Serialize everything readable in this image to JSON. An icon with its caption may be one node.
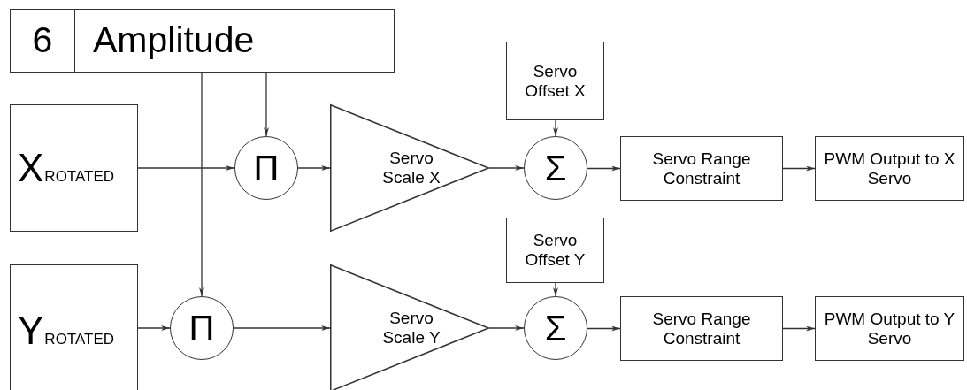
{
  "diagram": {
    "nodes": [
      {
        "text": [
          "6",
          "Amplitude"
        ]
      },
      {
        "text": [
          "X$_{ROTATED}$"
        ]
      },
      {
        "text": [
          "Π"
        ]
      },
      {
        "text": [
          "Servo Scale X"
        ]
      },
      {
        "text": [
          "Servo Offset X"
        ]
      },
      {
        "text": [
          "Σ"
        ]
      },
      {
        "text": [
          "Servo Range Constraint"
        ]
      },
      {
        "text": [
          "PWM Output to X Servo"
        ]
      },
      {
        "text": [
          "Y$_{ROTATED}$"
        ]
      },
      {
        "text": [
          "Π"
        ]
      },
      {
        "text": [
          "Servo Scale Y"
        ]
      },
      {
        "text": [
          "Servo Offset Y"
        ]
      },
      {
        "text": [
          "Σ"
        ]
      },
      {
        "text": [
          "Servo Range Constraint"
        ]
      },
      {
        "text": [
          "PWM Output to Y Servo"
        ]
      }
    ],
    "edges": [
      {
        "from": 0,
        "to": 2,
        "arrow": "to"
      },
      {
        "from": 0,
        "to": 9,
        "arrow": "to"
      },
      {
        "from": 1,
        "to": 2,
        "arrow": "to"
      },
      {
        "from": 2,
        "to": 3,
        "arrow": "to"
      },
      {
        "from": 3,
        "to": 5,
        "arrow": "to"
      },
      {
        "from": 4,
        "to": 5,
        "arrow": "to"
      },
      {
        "from": 5,
        "to": 6,
        "arrow": "to"
      },
      {
        "from": 6,
        "to": 7,
        "arrow": "to"
      },
      {
        "from": 8,
        "to": 9,
        "arrow": "to"
      },
      {
        "from": 9,
        "to": 10,
        "arrow": "to"
      },
      {
        "from": 10,
        "to": 12,
        "arrow": "to"
      },
      {
        "from": 11,
        "to": 12,
        "arrow": "to"
      },
      {
        "from": 12,
        "to": 13,
        "arrow": "to"
      },
      {
        "from": 13,
        "to": 14,
        "arrow": "to"
      }
    ]
  }
}
